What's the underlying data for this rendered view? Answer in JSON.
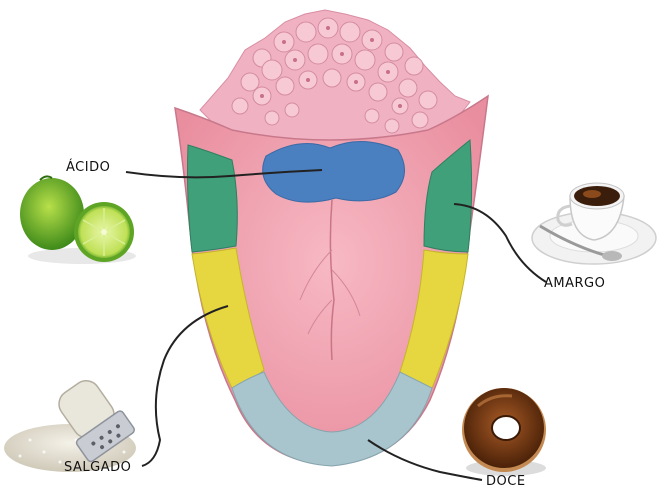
{
  "labels": {
    "acido": "ÁCIDO",
    "amargo": "AMARGO",
    "salgado": "SALGADO",
    "doce": "DOCE"
  },
  "regions": [
    {
      "label": "ÁCIDO",
      "color": "#4a7fc0",
      "picture": "lime-icon"
    },
    {
      "label": "AMARGO",
      "color": "#3fa07a",
      "picture": "coffee-cup-icon"
    },
    {
      "label": "SALGADO",
      "color": "#e6d640",
      "picture": "salt-shaker-icon"
    },
    {
      "label": "DOCE",
      "color": "#a8c4cc",
      "picture": "chocolate-donut-icon"
    }
  ],
  "colors": {
    "tongue": "#f2a7b4",
    "papillae": "#f0b6c4",
    "acido": "#4a7fc0",
    "amargo": "#3fa07a",
    "salgado": "#e6d640",
    "doce": "#a8c4cc"
  }
}
